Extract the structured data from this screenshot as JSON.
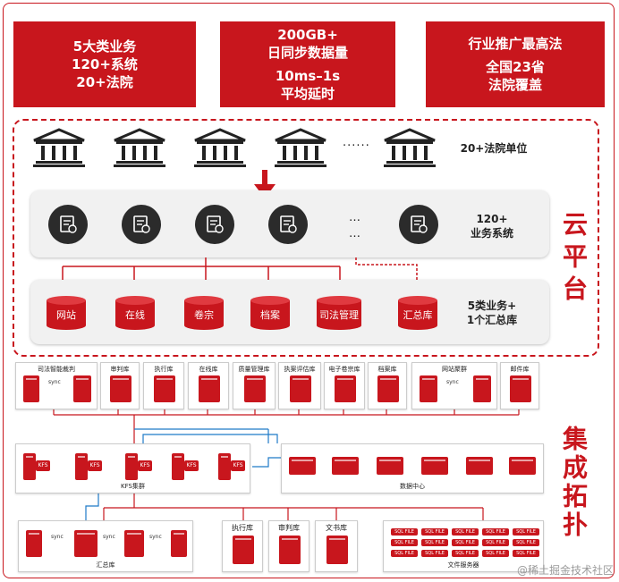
{
  "stats": [
    {
      "lines": [
        "5大类业务",
        "120+系统",
        "20+法院"
      ]
    },
    {
      "lines": [
        "200GB+",
        "日同步数据量",
        "10ms–1s",
        "平均延时"
      ]
    },
    {
      "lines": [
        "行业推广最高法",
        "全国23省",
        "法院覆盖"
      ]
    }
  ],
  "cloud": {
    "title": "云平台",
    "courts_label": "20+法院单位",
    "courts_dots": "......",
    "systems_label_1": "120+",
    "systems_label_2": "业务系统",
    "systems_dots": "…",
    "db_label_1": "5类业务+",
    "db_label_2": "1个汇总库",
    "databases": [
      "网站",
      "在线",
      "卷宗",
      "档案",
      "司法管理",
      "汇总库"
    ]
  },
  "topology": {
    "title": "集成拓扑",
    "top_boxes": [
      "司法智能裁判",
      "审判库",
      "执行库",
      "在线库",
      "质量管理库",
      "执案评估库",
      "电子卷宗库",
      "档案库",
      "网站聚群",
      "邮件库"
    ],
    "kfs_cluster_label": "KFS集群",
    "kfs_nodes": [
      "KFS",
      "KFS",
      "KFS",
      "KFS",
      "KFS"
    ],
    "data_center_label": "数据中心",
    "summary_label": "汇总库",
    "sync_label": "sync",
    "bottom_boxes": [
      "执行库",
      "审判库",
      "文书库"
    ],
    "file_server_label": "文件服务器",
    "file_server_tag": "SQL FILE"
  },
  "watermark": "@稀土掘金技术社区",
  "colors": {
    "accent": "#c8161d",
    "blue": "#1e7ac8",
    "dark": "#2b2b2b"
  }
}
